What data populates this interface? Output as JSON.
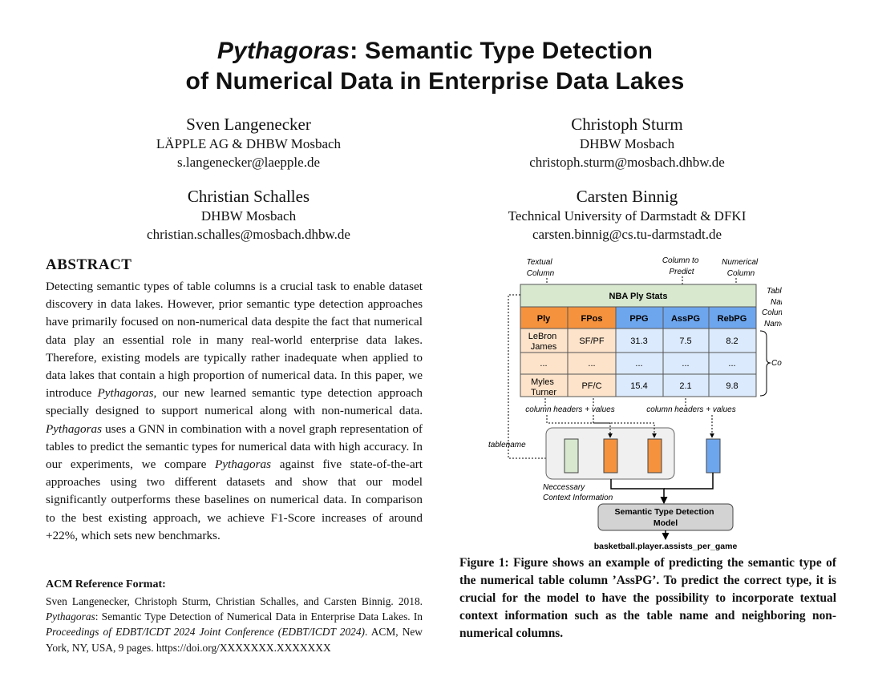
{
  "title": {
    "italic": "Pythagoras",
    "line1_rest": ": Semantic Type Detection",
    "line2": "of Numerical Data in Enterprise Data Lakes"
  },
  "authors": [
    {
      "name": "Sven Langenecker",
      "affiliation": "LÄPPLE AG & DHBW Mosbach",
      "email": "s.langenecker@laepple.de"
    },
    {
      "name": "Christoph Sturm",
      "affiliation": "DHBW Mosbach",
      "email": "christoph.sturm@mosbach.dhbw.de"
    },
    {
      "name": "Christian Schalles",
      "affiliation": "DHBW Mosbach",
      "email": "christian.schalles@mosbach.dhbw.de"
    },
    {
      "name": "Carsten Binnig",
      "affiliation": "Technical University of Darmstadt & DFKI",
      "email": "carsten.binnig@cs.tu-darmstadt.de"
    }
  ],
  "abstract": {
    "heading": "ABSTRACT",
    "p1": "Detecting semantic types of table columns is a crucial task to enable dataset discovery in data lakes. However, prior semantic type detection approaches have primarily focused on non-numerical data despite the fact that numerical data play an essential role in many real-world enterprise data lakes. Therefore, existing models are typically rather inadequate when applied to data lakes that contain a high proportion of numerical data. In this paper, we introduce ",
    "em1": "Pythagoras",
    "p2": ", our new learned semantic type detection approach specially designed to support numerical along with non-numerical data. ",
    "em2": "Pythagoras",
    "p3": " uses a GNN in combination with a novel graph representation of tables to predict the semantic types for numerical data with high accuracy. In our experiments, we compare ",
    "em3": "Pythagoras",
    "p4": " against five state-of-the-art approaches using two different datasets and show that our model significantly outperforms these baselines on numerical data. In comparison to the best existing approach, we achieve F1-Score increases of around +22%, which sets new benchmarks."
  },
  "acm": {
    "heading": "ACM Reference Format:",
    "t1": "Sven Langenecker, Christoph Sturm, Christian Schalles, and Carsten Binnig. 2018. ",
    "em1": "Pythagoras",
    "t2": ": Semantic Type Detection of Numerical Data in Enterprise Data Lakes. In ",
    "em2": "Proceedings of EDBT/ICDT 2024 Joint Conference (EDBT/ICDT 2024)",
    "t3": ". ACM, New York, NY, USA, 9 pages. https://doi.org/XXXXXXX.XXXXXXX"
  },
  "figure": {
    "labels": {
      "textual_column": [
        "Textual",
        "Column"
      ],
      "column_to_predict": [
        "Column to",
        "Predict"
      ],
      "numerical_column": [
        "Numerical",
        "Column"
      ],
      "table_name": [
        "Table",
        "Name"
      ],
      "column_names": [
        "Column",
        "Names"
      ],
      "content": "Content",
      "col_headers_values": "column headers + values",
      "tablename": "tablename",
      "necessary_context": [
        "Neccessary",
        "Context Information"
      ],
      "model": [
        "Semantic Type Detection",
        "Model"
      ],
      "output": "basketball.player.assists_per_game"
    },
    "table_title": "NBA Ply Stats",
    "headers": [
      "Ply",
      "FPos",
      "PPG",
      "AssPG",
      "RebPG"
    ],
    "rows": [
      [
        [
          "LeBron",
          "James"
        ],
        [
          "SF/PF"
        ],
        [
          "31.3"
        ],
        [
          "7.5"
        ],
        [
          "8.2"
        ]
      ],
      [
        [
          "..."
        ],
        [
          "..."
        ],
        [
          "..."
        ],
        [
          "..."
        ],
        [
          "..."
        ]
      ],
      [
        [
          "Myles",
          "Turner"
        ],
        [
          "PF/C"
        ],
        [
          "15.4"
        ],
        [
          "2.1"
        ],
        [
          "9.8"
        ]
      ]
    ],
    "colors": {
      "green_header": "#d7e8cf",
      "orange_header": "#f5923e",
      "blue_header": "#6ea6ee",
      "orange_cell": "#fde3ca",
      "blue_cell": "#dbeafc",
      "model_box": "#d3d3d3"
    }
  },
  "caption": "Figure 1: Figure shows an example of predicting the semantic type of the numerical table column ’AssPG’. To predict the correct type, it is crucial for the model to have the possibility to incorporate textual context information such as the table name and neighboring non-numerical columns."
}
